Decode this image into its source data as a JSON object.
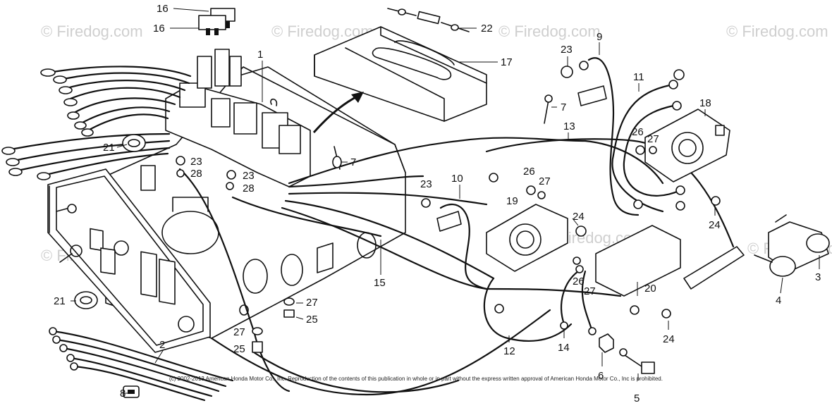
{
  "watermark": "© Firedog.com",
  "copyright": "(c) 2002-2013 American Honda Motor Co., Inc. Reproduction of the contents of this publication in whole or in part without the express written approval of American Honda Motor Co., Inc is prohibited.",
  "callouts": [
    "16",
    "16",
    "22",
    "1",
    "17",
    "9",
    "23",
    "11",
    "18",
    "7",
    "13",
    "26",
    "27",
    "21",
    "7",
    "23",
    "28",
    "23",
    "28",
    "10",
    "23",
    "26",
    "27",
    "19",
    "24",
    "24",
    "3",
    "21",
    "15",
    "27",
    "25",
    "26",
    "27",
    "20",
    "4",
    "27",
    "25",
    "2",
    "12",
    "14",
    "24",
    "6",
    "8",
    "5"
  ],
  "colors": {
    "ink": "#111111",
    "watermark": "#cfcfcf",
    "background": "#ffffff"
  }
}
